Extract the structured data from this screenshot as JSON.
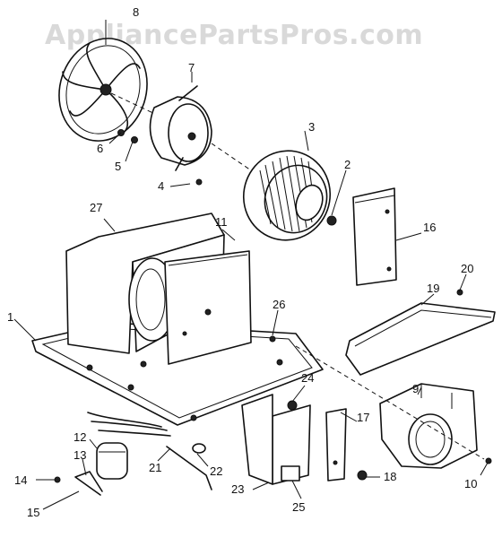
{
  "watermark": "AppliancePartsPros.com",
  "callouts": [
    "1",
    "2",
    "3",
    "4",
    "5",
    "6",
    "7",
    "8",
    "9",
    "10",
    "11",
    "12",
    "13",
    "14",
    "15",
    "16",
    "17",
    "18",
    "19",
    "20",
    "21",
    "22",
    "23",
    "24",
    "25",
    "26",
    "27"
  ]
}
